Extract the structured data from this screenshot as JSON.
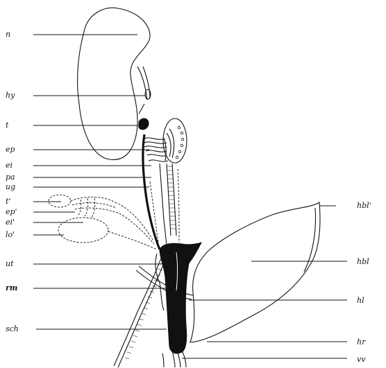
{
  "labels": {
    "n": "n",
    "hy": "hy",
    "t": "t",
    "ep": "ep",
    "ei": "ei",
    "pa": "pa",
    "ug": "ug",
    "t_prime": "t'",
    "ep_prime": "ep'",
    "ei_prime": "ei'",
    "lo_prime": "lo'",
    "ut": "ut",
    "rm": "rm",
    "sch": "sch",
    "hbl_prime": "hbl'",
    "hbl": "hbl",
    "hl": "hl",
    "hr": "hr",
    "vv": "vv"
  }
}
